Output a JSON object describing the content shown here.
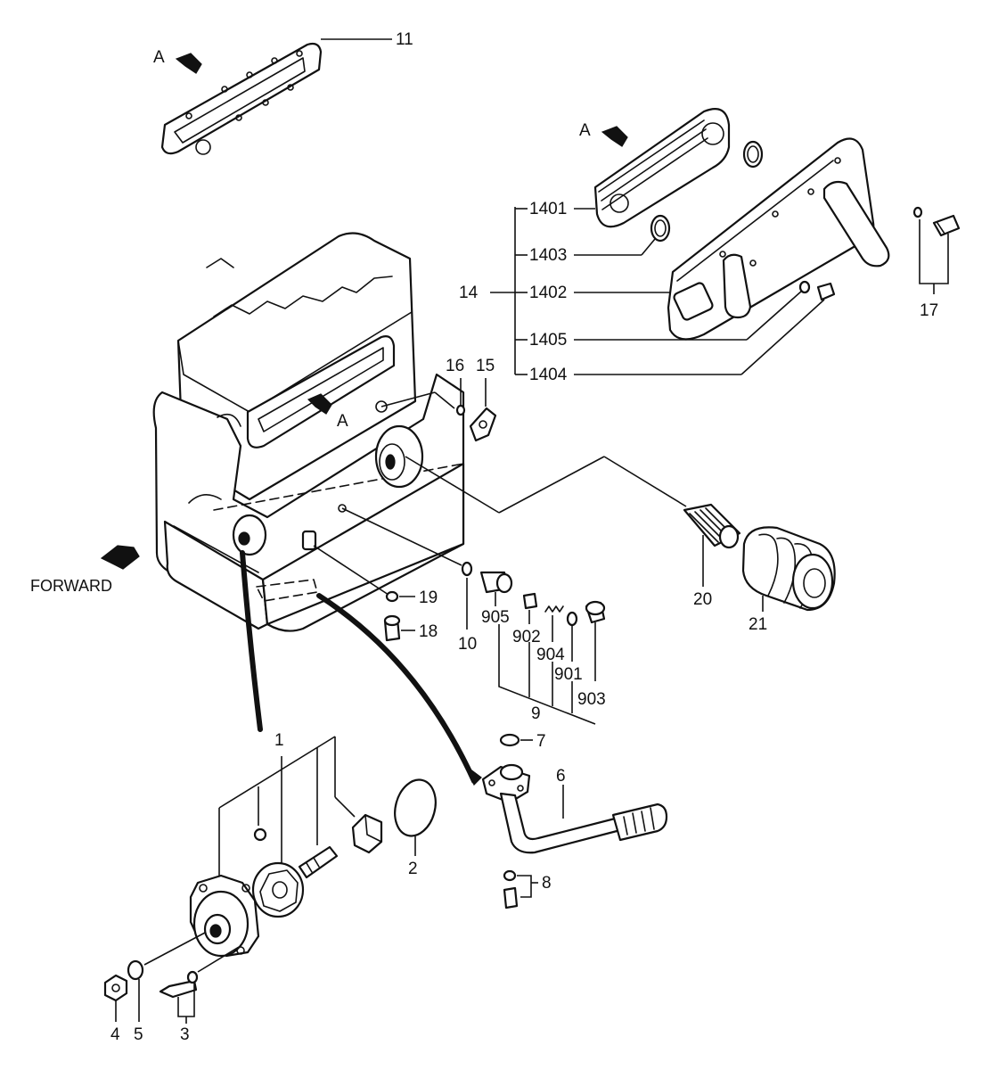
{
  "labels": {
    "p1": "1",
    "p2": "2",
    "p3": "3",
    "p4": "4",
    "p5": "5",
    "p6": "6",
    "p7": "7",
    "p8": "8",
    "p9": "9",
    "p10": "10",
    "p11": "11",
    "p14": "14",
    "p15": "15",
    "p16": "16",
    "p17": "17",
    "p18": "18",
    "p19": "19",
    "p20": "20",
    "p21": "21",
    "p901": "901",
    "p902": "902",
    "p903": "903",
    "p904": "904",
    "p905": "905",
    "p1401": "1401",
    "p1402": "1402",
    "p1403": "1403",
    "p1404": "1404",
    "p1405": "1405",
    "view_a_top": "A",
    "view_a_cooler": "A",
    "view_a_block": "A",
    "forward": "FORWARD"
  }
}
